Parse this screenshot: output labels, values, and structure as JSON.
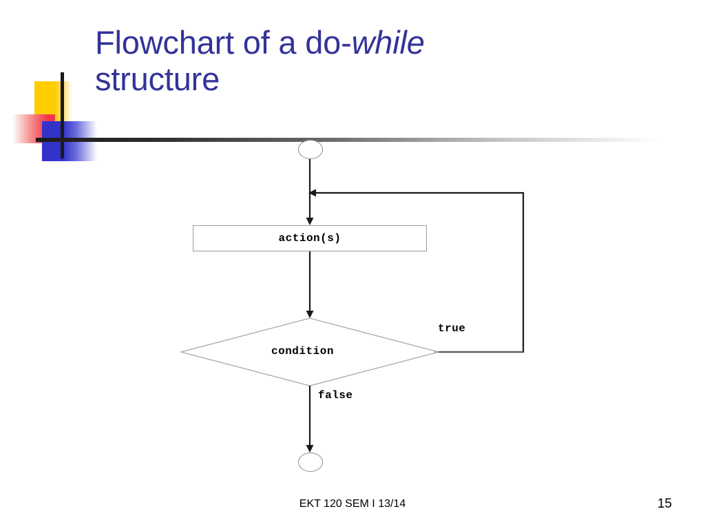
{
  "slide": {
    "title_main": "Flowchart of a do-",
    "title_italic": "while",
    "title_line2": "structure",
    "title_color": "#333399"
  },
  "decor": {
    "yellow_color": "#FFCC00",
    "blue_color": "#3333CC",
    "red_color": "#F4354A",
    "rule_color": "#1A1A1A"
  },
  "flowchart": {
    "start_node": "",
    "end_node": "",
    "action_label": "action(s)",
    "condition_label": "condition",
    "true_label": "true",
    "false_label": "false"
  },
  "footer": {
    "course": "EKT 120 SEM I 13/14",
    "page_number": "15"
  }
}
